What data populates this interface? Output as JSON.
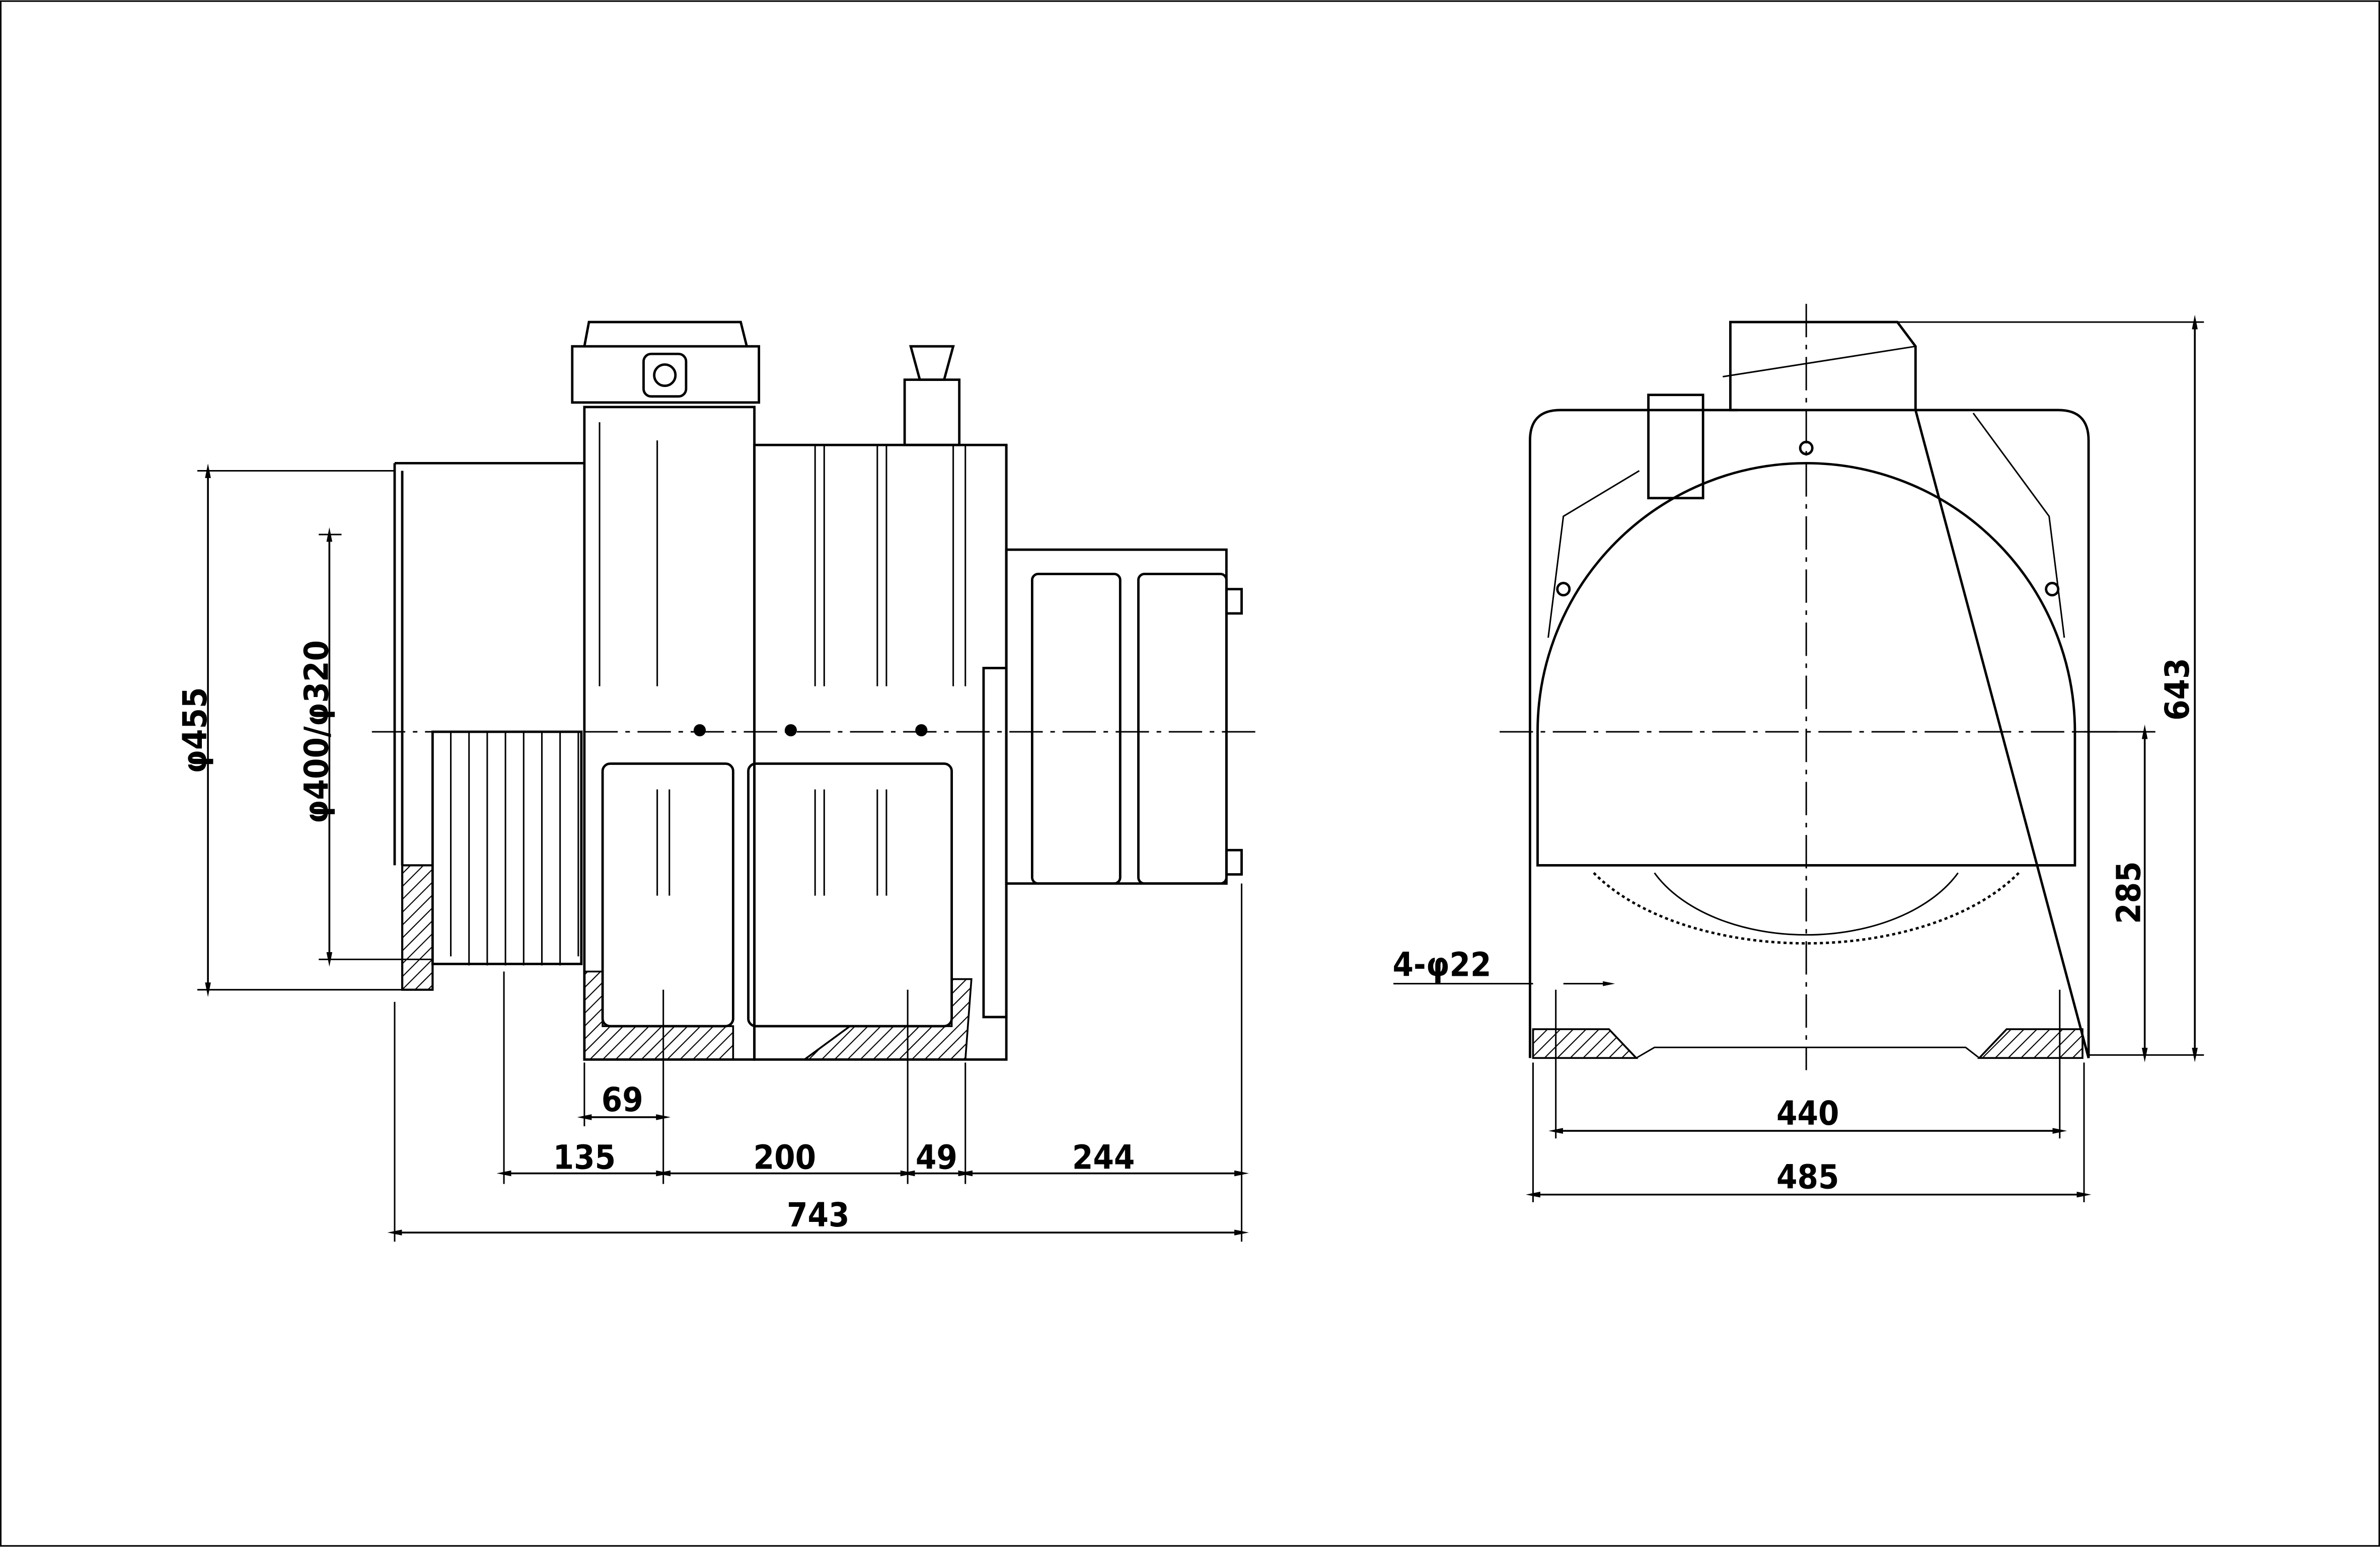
{
  "drawing": {
    "side_view": {
      "diameter_outer": "φ455",
      "diameter_sheave": "φ400/φ320",
      "dim_69": "69",
      "dim_135": "135",
      "dim_200": "200",
      "dim_49": "49",
      "dim_244": "244",
      "dim_total_length": "743"
    },
    "front_view": {
      "mounting_holes": "4-φ22",
      "dim_hole_spacing": "440",
      "dim_base_width": "485",
      "dim_shaft_height": "285",
      "dim_total_height": "643"
    }
  }
}
